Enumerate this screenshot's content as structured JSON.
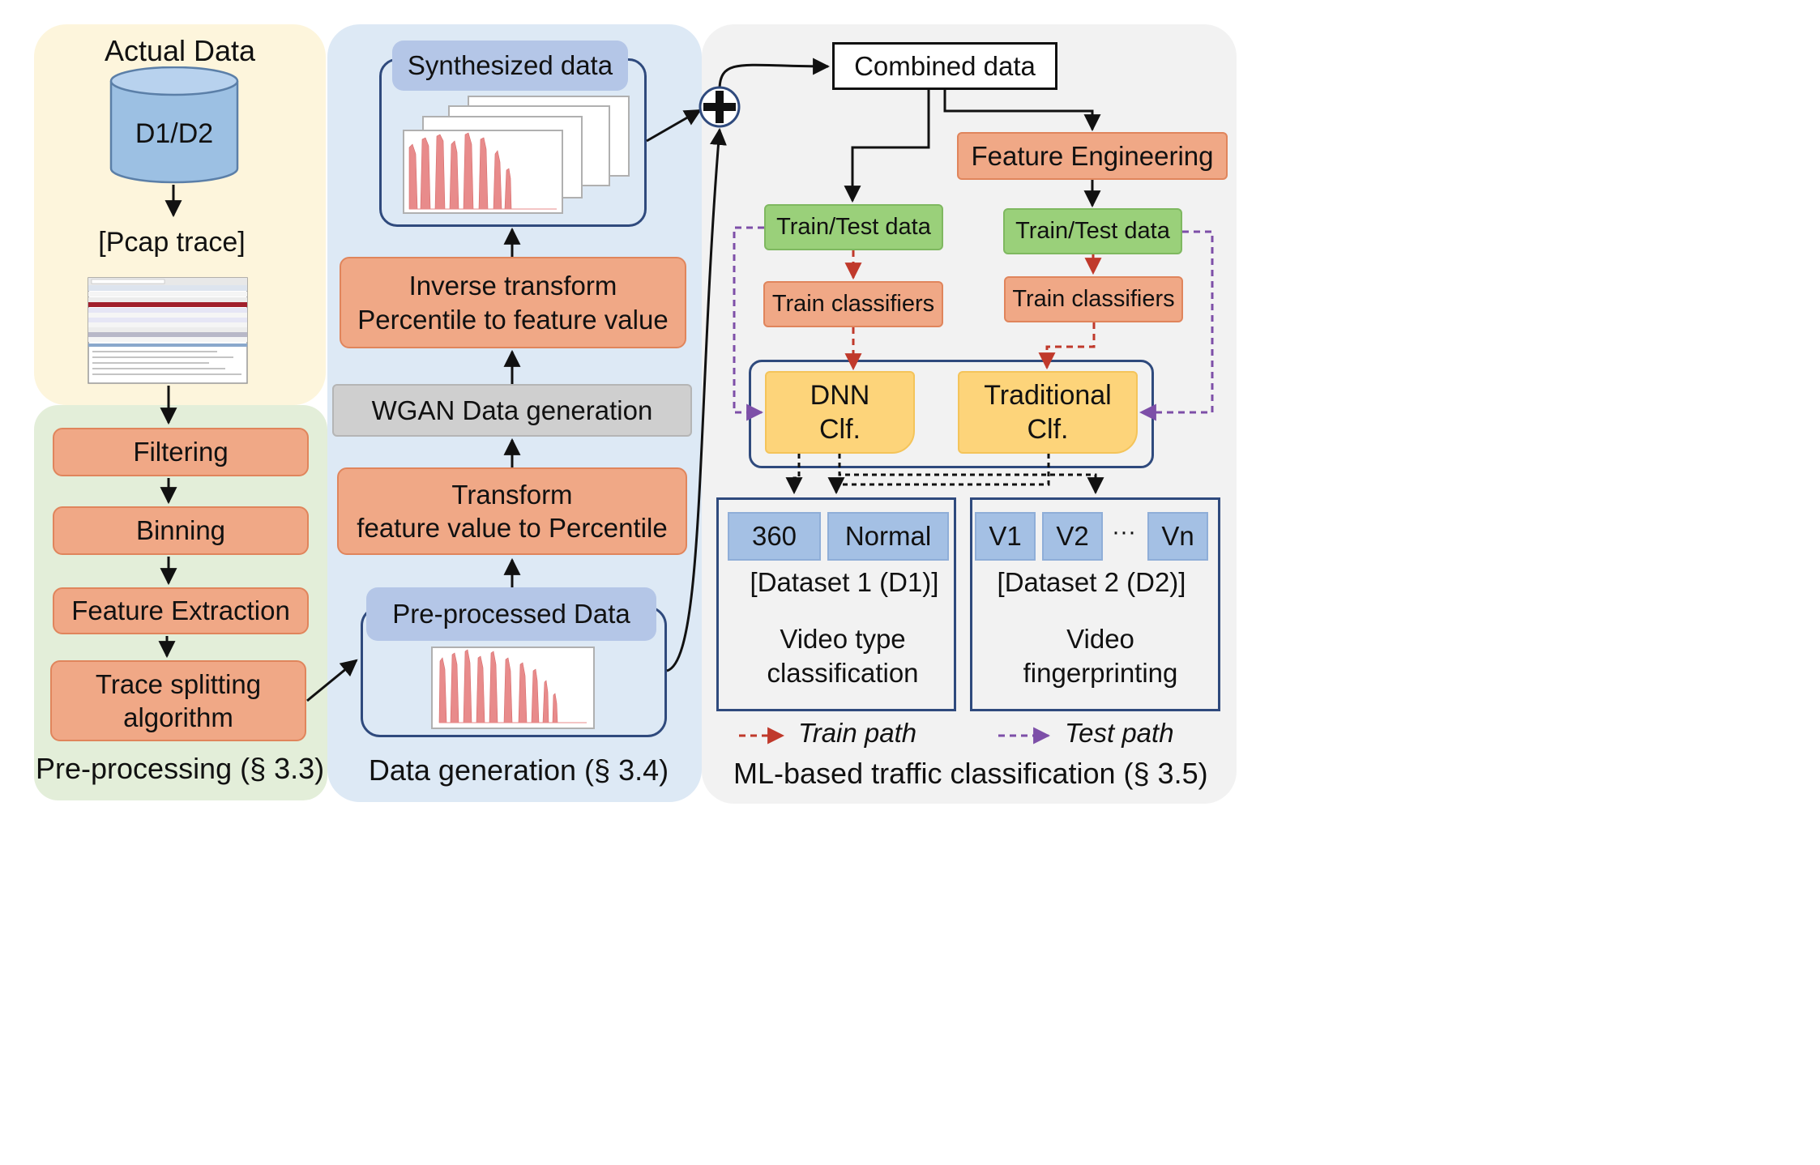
{
  "panels": {
    "actual_data": {
      "title": "Actual Data",
      "db_label": "D1/D2",
      "pcap_label": "[Pcap trace]",
      "color": "#fdf5dc"
    },
    "preprocessing": {
      "caption": "Pre-processing (§ 3.3)",
      "color": "#e3eed9",
      "steps": [
        "Filtering",
        "Binning",
        "Feature Extraction",
        "Trace splitting algorithm"
      ]
    },
    "data_generation": {
      "caption": "Data generation (§ 3.4)",
      "color": "#dde9f5",
      "synth_label": "Synthesized data",
      "inverse_line1": "Inverse transform",
      "inverse_line2": "Percentile to feature value",
      "wgan_label": "WGAN Data generation",
      "transform_line1": "Transform",
      "transform_line2": "feature value to Percentile",
      "preprocessed_label": "Pre-processed Data"
    },
    "ml": {
      "caption": "ML-based traffic classification (§ 3.5)",
      "color": "#f2f2f2",
      "combined_label": "Combined data",
      "feature_eng_label": "Feature Engineering",
      "train_test_left": "Train/Test data",
      "train_test_right": "Train/Test data",
      "train_clf_left": "Train classifiers",
      "train_clf_right": "Train classifiers",
      "dnn_line1": "DNN",
      "dnn_line2": "Clf.",
      "trad_line1": "Traditional",
      "trad_line2": "Clf.",
      "d1_classes": [
        "360",
        "Normal"
      ],
      "d1_dataset": "[Dataset 1 (D1)]",
      "d1_task_line1": "Video type",
      "d1_task_line2": "classification",
      "d2_classes": [
        "V1",
        "V2",
        "Vn"
      ],
      "d2_ellipsis": "···",
      "d2_dataset": "[Dataset 2 (D2)]",
      "d2_task_line1": "Video",
      "d2_task_line2": "fingerprinting",
      "legend_train": "Train path",
      "legend_test": "Test path",
      "train_color": "#c0392b",
      "test_color": "#7d4fa8"
    }
  }
}
